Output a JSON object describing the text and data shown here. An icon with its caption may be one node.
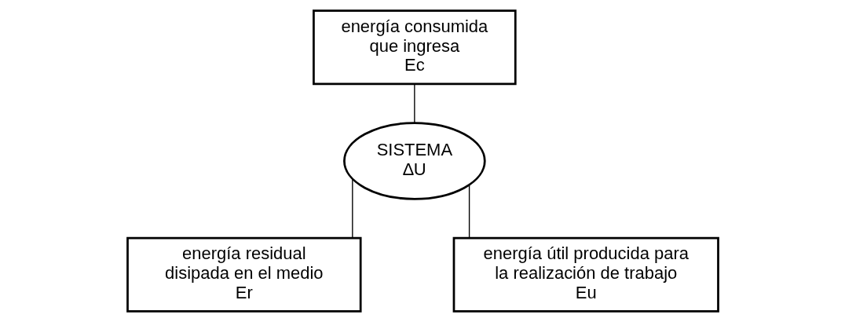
{
  "diagram": {
    "nodes": [
      {
        "text": [
          "energía consumida que ingresa",
          "Ec"
        ]
      },
      {
        "text": [
          "SISTEMA",
          "∆U"
        ]
      },
      {
        "text": [
          "energía residual disipada en el medio",
          "Er"
        ]
      },
      {
        "text": [
          "energía útil producida para la realización de trabajo",
          "Eu"
        ]
      }
    ],
    "edges": [
      {
        "from": 0,
        "to": 1,
        "arrow": "none"
      },
      {
        "from": 1,
        "to": 2,
        "arrow": "none"
      },
      {
        "from": 1,
        "to": 3,
        "arrow": "none"
      }
    ]
  }
}
